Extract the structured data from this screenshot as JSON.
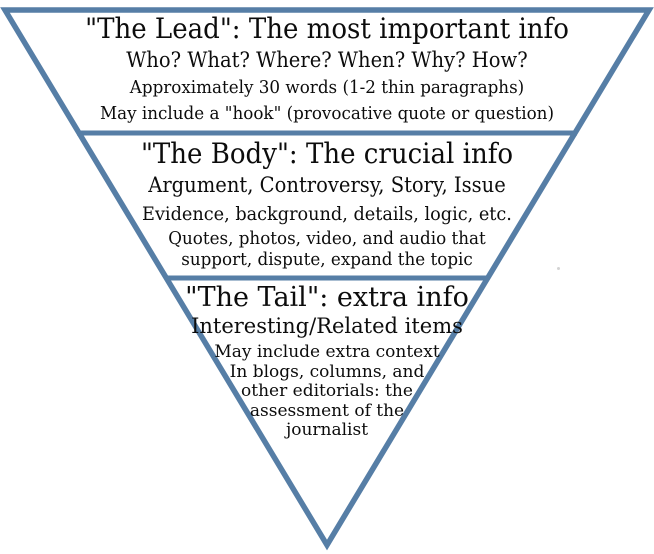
{
  "diagram": {
    "type": "inverted-pyramid",
    "topic": "news article structure",
    "colors": {
      "border": "#567ea6",
      "text": "#0c0c0c",
      "background": "#ffffff"
    },
    "sections": [
      {
        "id": "lead",
        "title": "\"The Lead\": The most important info",
        "lines": [
          "Who? What? Where? When? Why? How?",
          "Approximately 30 words (1-2 thin paragraphs)",
          "May include a \"hook\" (provocative quote or question)"
        ]
      },
      {
        "id": "body",
        "title": "\"The Body\": The crucial info",
        "lines": [
          "Argument, Controversy, Story, Issue",
          "Evidence, background, details, logic, etc.",
          "Quotes, photos, video, and audio that",
          "support, dispute, expand the topic"
        ]
      },
      {
        "id": "tail",
        "title": "\"The Tail\": extra info",
        "lines": [
          "Interesting/Related items",
          "May include extra context",
          "In blogs, columns, and",
          "other editorials: the",
          "assessment of the",
          "journalist"
        ]
      }
    ]
  }
}
